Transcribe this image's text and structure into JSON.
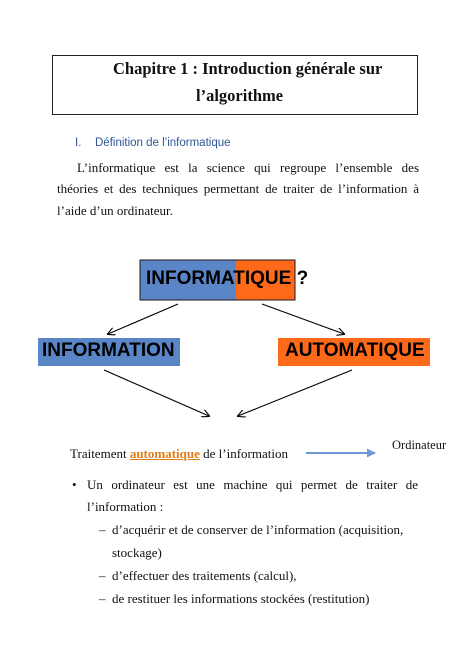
{
  "title": {
    "line1": "Chapitre 1 : Introduction générale sur",
    "line2": "l’algorithme"
  },
  "section": {
    "number": "I.",
    "heading": "Définition de l’informatique"
  },
  "paragraph": {
    "line1": "L’informatique est la science qui regroupe l’ensemble des",
    "line2": "théories et des techniques permettant de traiter de l’information à",
    "line3": "l’aide d’un ordinateur."
  },
  "diagram": {
    "top_label": "INFORMATIQUE ?",
    "left_label": "INFORMATION",
    "right_label": "AUTOMATIQUE",
    "colors": {
      "blue": "#5a86c8",
      "orange": "#ff6a1a",
      "arrow_blue": "#6f98d6"
    }
  },
  "traitement": {
    "before": "Traitement ",
    "highlight": "automatique",
    "after": " de l’information",
    "target": "Ordinateur",
    "highlight_color": "#e07c16"
  },
  "bullet": {
    "symbol": "•",
    "line1": "Un ordinateur est une machine qui permet de traiter de",
    "line2": "l’information :",
    "dash": "–",
    "items": [
      "d’acquérir et de conserver de l’information (acquisition,",
      "stockage)",
      "d’effectuer des traitements (calcul),",
      "de restituer les informations stockées (restitution)"
    ]
  }
}
